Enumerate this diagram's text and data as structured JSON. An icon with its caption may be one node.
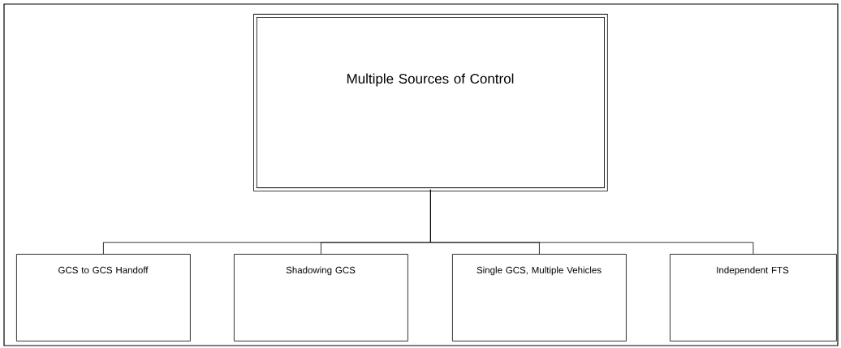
{
  "diagram": {
    "nodes": [
      {
        "text": [
          "Multiple Sources of Control"
        ]
      },
      {
        "text": [
          "GCS to GCS Handoff"
        ]
      },
      {
        "text": [
          "Shadowing GCS"
        ]
      },
      {
        "text": [
          "Single GCS, Multiple Vehicles"
        ]
      },
      {
        "text": [
          "Independent FTS"
        ]
      }
    ],
    "edges": [
      {
        "from": 0,
        "to": 1,
        "arrow": "none"
      },
      {
        "from": 0,
        "to": 2,
        "arrow": "none"
      },
      {
        "from": 0,
        "to": 3,
        "arrow": "none"
      },
      {
        "from": 0,
        "to": 4,
        "arrow": "none"
      }
    ]
  }
}
